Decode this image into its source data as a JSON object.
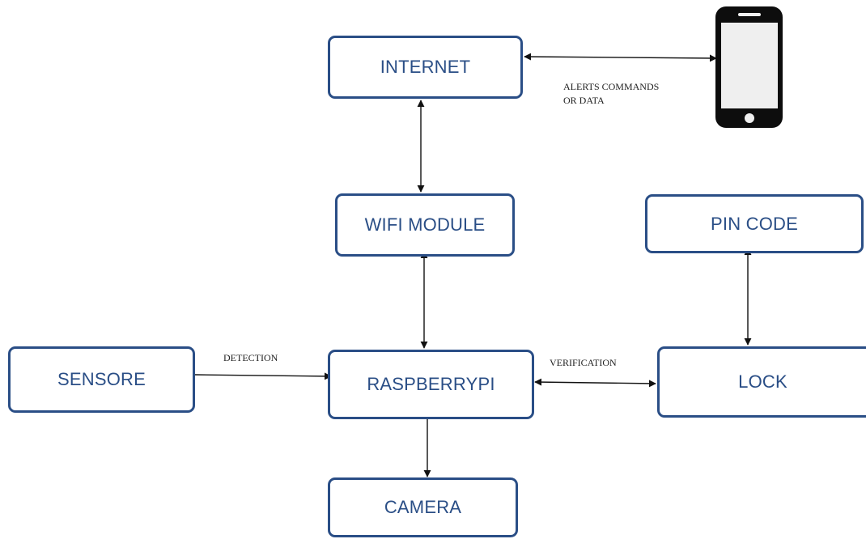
{
  "nodes": {
    "internet": "INTERNET",
    "wifi_module": "WIFI MODULE",
    "raspberrypi": "RASPBERRYPI",
    "sensore": "SENSORE",
    "camera": "CAMERA",
    "pin_code": "PIN CODE",
    "lock": "LOCK"
  },
  "edge_labels": {
    "alerts_line1": "ALERTS COMMANDS",
    "alerts_line2": "OR DATA",
    "detection": "DETECTION",
    "verification": "VERIFICATION"
  },
  "colors": {
    "box_border": "#2a4e86",
    "box_text": "#2a4e86",
    "phone_body": "#0d0d0d",
    "phone_screen": "#efefef",
    "arrow": "#111111"
  },
  "icons": {
    "phone": "smartphone-icon"
  }
}
